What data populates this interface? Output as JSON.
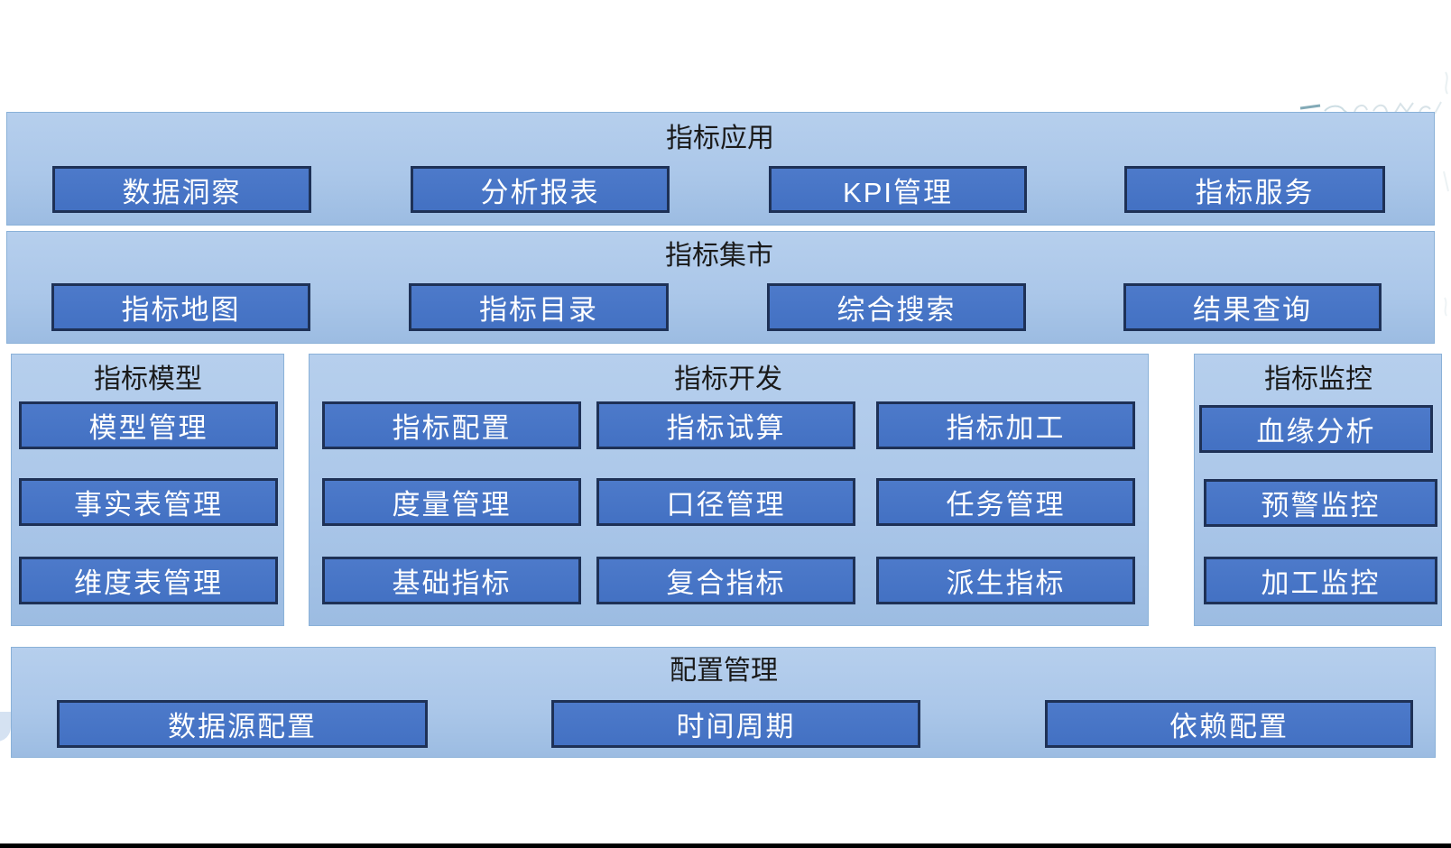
{
  "page": {
    "background": "#ffffff",
    "bottom_bar_color": "#000000"
  },
  "palette": {
    "container_fill_top": "#b6cfed",
    "container_fill_bottom": "#9cbce2",
    "container_border": "#8ab1d8",
    "button_fill": "#4472c4",
    "button_border": "#1e3156",
    "button_text_color": "#ffffff",
    "title_text_color": "#1a1a1a"
  },
  "sections": [
    {
      "id": "app",
      "title": "指标应用",
      "buttons": [
        "数据洞察",
        "分析报表",
        "KPI管理",
        "指标服务"
      ]
    },
    {
      "id": "market",
      "title": "指标集市",
      "buttons": [
        "指标地图",
        "指标目录",
        "综合搜索",
        "结果查询"
      ]
    },
    {
      "id": "model",
      "title": "指标模型",
      "buttons": [
        "模型管理",
        "事实表管理",
        "维度表管理"
      ]
    },
    {
      "id": "dev",
      "title": "指标开发",
      "buttons": [
        "指标配置",
        "指标试算",
        "指标加工",
        "度量管理",
        "口径管理",
        "任务管理",
        "基础指标",
        "复合指标",
        "派生指标"
      ]
    },
    {
      "id": "monitor",
      "title": "指标监控",
      "buttons": [
        "血缘分析",
        "预警监控",
        "加工监控"
      ]
    },
    {
      "id": "config",
      "title": "配置管理",
      "buttons": [
        "数据源配置",
        "时间周期",
        "依赖配置"
      ]
    }
  ]
}
